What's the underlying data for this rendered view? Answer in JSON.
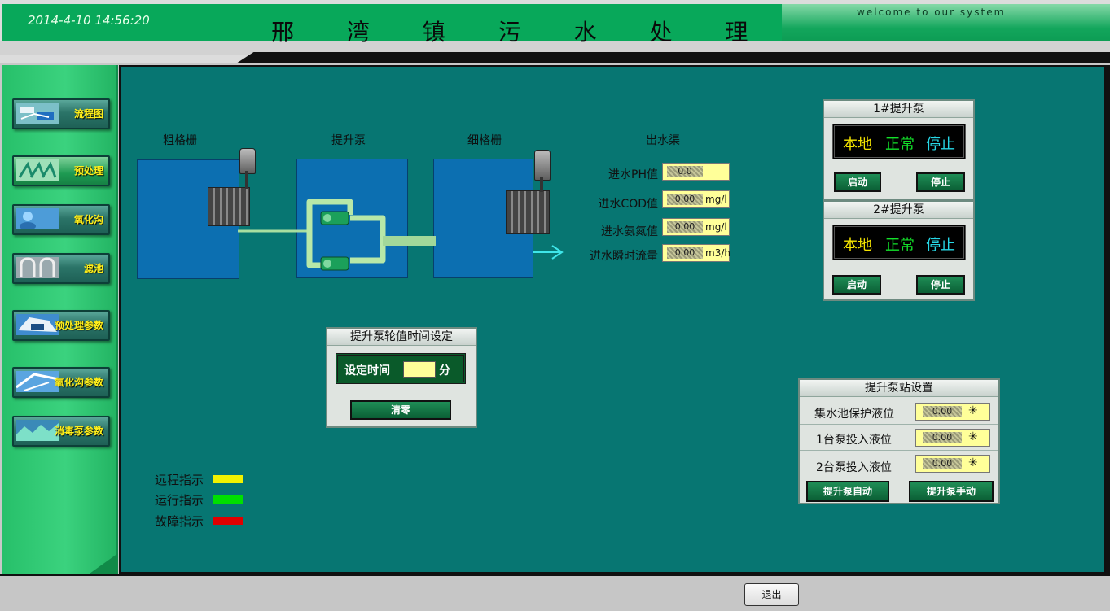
{
  "header": {
    "datetime": "2014-4-10 14:56:20",
    "title": "邢 湾 镇 污 水 处 理",
    "welcome": "welcome to our system"
  },
  "sidebar": {
    "items": [
      {
        "label": "流程图",
        "icon": "flowchart-icon"
      },
      {
        "label": "预处理",
        "icon": "pretreatment-icon"
      },
      {
        "label": "氧化沟",
        "icon": "oxidation-ditch-icon"
      },
      {
        "label": "滤池",
        "icon": "filter-pool-icon"
      },
      {
        "label": "预处理参数",
        "icon": "pretreatment-params-icon"
      },
      {
        "label": "氧化沟参数",
        "icon": "oxidation-params-icon"
      },
      {
        "label": "消毒泵参数",
        "icon": "disinfection-pump-icon"
      }
    ],
    "active_index": 1
  },
  "process": {
    "coarse_screen": "粗格栅",
    "lift_pump": "提升泵",
    "fine_screen": "细格栅",
    "outlet_channel": "出水渠"
  },
  "readings": [
    {
      "label": "进水PH值",
      "value": "0.0",
      "unit": ""
    },
    {
      "label": "进水COD值",
      "value": "0.00",
      "unit": "mg/l"
    },
    {
      "label": "进水氨氮值",
      "value": "0.00",
      "unit": "mg/l"
    },
    {
      "label": "进水瞬时流量",
      "value": "0.00",
      "unit": "m3/h"
    }
  ],
  "pump1": {
    "title": "1#提升泵",
    "mode": "本地",
    "health": "正常",
    "run_state": "停止",
    "start_label": "启动",
    "stop_label": "停止"
  },
  "pump2": {
    "title": "2#提升泵",
    "mode": "本地",
    "health": "正常",
    "run_state": "停止",
    "start_label": "启动",
    "stop_label": "停止"
  },
  "rotation": {
    "title": "提升泵轮值时间设定",
    "set_label": "设定时间",
    "value": "",
    "unit": "分",
    "clear_label": "清零"
  },
  "station": {
    "title": "提升泵站设置",
    "rows": [
      {
        "label": "集水池保护液位",
        "value": "0.00",
        "mark": "✳"
      },
      {
        "label": "1台泵投入液位",
        "value": "0.00",
        "mark": "✳"
      },
      {
        "label": "2台泵投入液位",
        "value": "0.00",
        "mark": "✳"
      }
    ],
    "auto_label": "提升泵自动",
    "manual_label": "提升泵手动"
  },
  "legend": [
    {
      "label": "远程指示",
      "color": "#f2f200"
    },
    {
      "label": "运行指示",
      "color": "#00e000"
    },
    {
      "label": "故障指示",
      "color": "#e00000"
    }
  ],
  "colors": {
    "status_yellow": "#f5e400",
    "status_green": "#13e02a",
    "status_cyan": "#27d7e6"
  },
  "footer": {
    "exit_label": "退出"
  }
}
